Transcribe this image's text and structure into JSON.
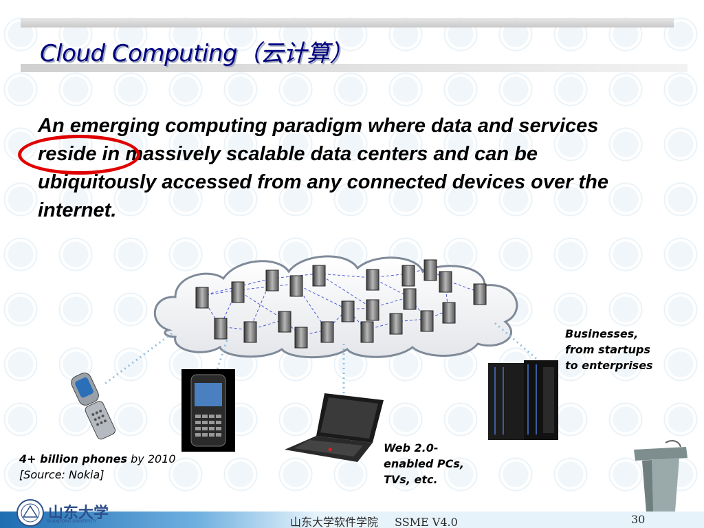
{
  "slide": {
    "title": "Cloud Computing（云计算）",
    "definition": "An emerging computing paradigm where data and services reside in massively scalable data centers and can be ubiquitously accessed from any connected devices over the internet.",
    "captions": {
      "businesses": "Businesses, from startups to enterprises",
      "web": "Web 2.0-enabled PCs, TVs, etc.",
      "phones_bold": "4+ billion phones",
      "phones_rest": " by 2010 [Source: Nokia]"
    },
    "highlight_color": "#e00000",
    "title_color": "#000080"
  },
  "footer": {
    "school": "山东大学软件学院",
    "course": "SSME V4.0",
    "page": "30",
    "logo_text": "山东大学",
    "logo_sub": "SHANDONG UNIVERSITY"
  },
  "icons": [
    "server-icon",
    "cloud-icon",
    "flip-phone-icon",
    "smartphone-icon",
    "laptop-icon",
    "mainframe-icon",
    "podium-icon",
    "university-seal-icon"
  ]
}
